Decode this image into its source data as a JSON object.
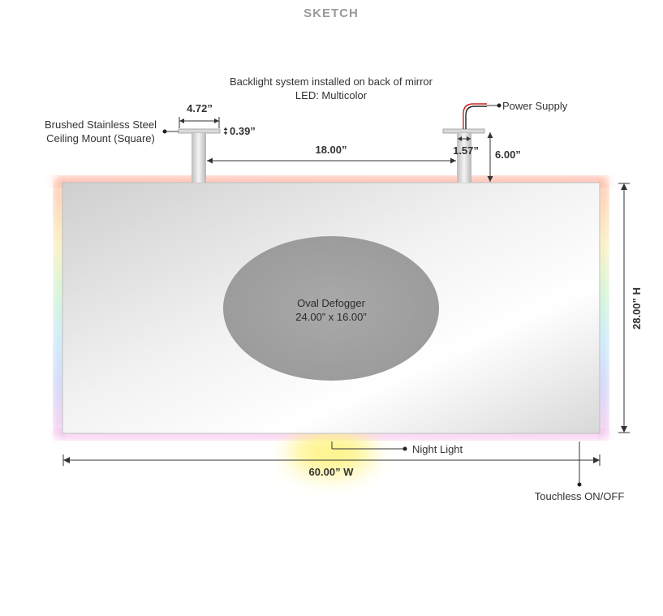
{
  "title": "SKETCH",
  "backlight": {
    "line1": "Backlight system installed on back of mirror",
    "line2": "LED: Multicolor"
  },
  "mount": {
    "line1": "Brushed Stainless Steel",
    "line2": "Ceiling Mount (Square)"
  },
  "power_supply": "Power Supply",
  "dimensions": {
    "plate_width": "4.72”",
    "plate_thickness": "0.39”",
    "mount_spacing": "18.00”",
    "post_width": "1.57”",
    "mount_height": "6.00”",
    "mirror_width": "60.00” W",
    "mirror_height": "28.00” H"
  },
  "defogger": {
    "line1": "Oval Defogger",
    "line2": "24.00” x 16.00”"
  },
  "night_light": "Night Light",
  "touchless": "Touchless ON/OFF",
  "colors": {
    "glow_top": "#ff7a5c",
    "glow_bottom": "#f2a6e6",
    "night_light": "#fff27a",
    "defogger": "#a3a3a3"
  }
}
